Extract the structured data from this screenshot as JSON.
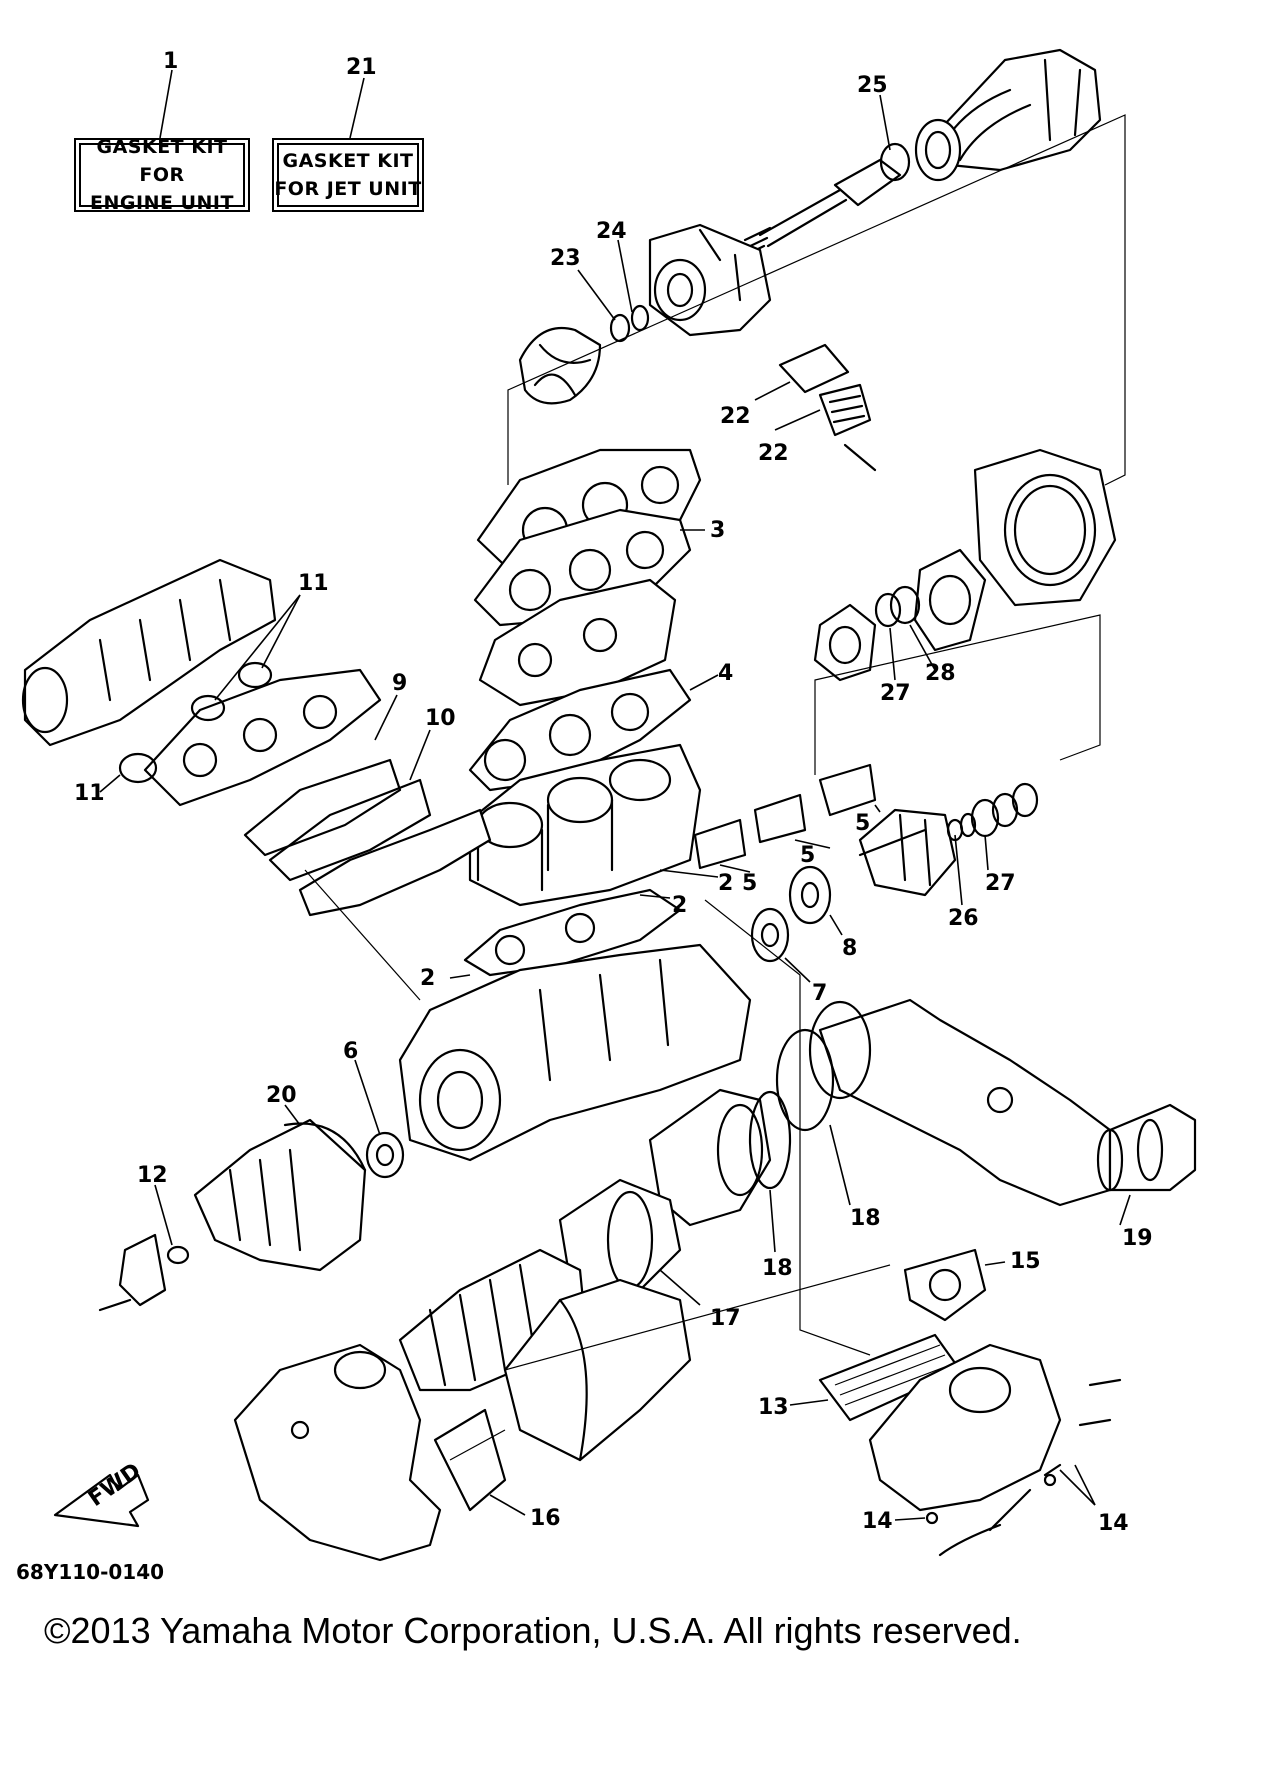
{
  "kits": {
    "engine": {
      "line1": "GASKET KIT FOR",
      "line2": "ENGINE UNIT"
    },
    "jet": {
      "line1": "GASKET KIT",
      "line2": "FOR JET UNIT"
    }
  },
  "callouts": {
    "c1": "1",
    "c21": "21",
    "c25": "25",
    "c24": "24",
    "c23": "23",
    "c22a": "22",
    "c22b": "22",
    "c3": "3",
    "c11a": "11",
    "c11b": "11",
    "c9": "9",
    "c10": "10",
    "c4": "4",
    "c27a": "27",
    "c28": "28",
    "c5a": "5",
    "c5b": "5",
    "c5c": "5",
    "c2a": "2",
    "c2b": "2",
    "c2c": "2",
    "c26": "26",
    "c27b": "27",
    "c8": "8",
    "c7": "7",
    "c6": "6",
    "c20": "20",
    "c12": "12",
    "c18a": "18",
    "c18b": "18",
    "c19": "19",
    "c17": "17",
    "c15": "15",
    "c13": "13",
    "c14a": "14",
    "c14b": "14",
    "c16": "16"
  },
  "fwd_label": "FWD",
  "diagram_code": "68Y110-0140",
  "copyright": "©2013 Yamaha Motor Corporation, U.S.A. All rights reserved."
}
